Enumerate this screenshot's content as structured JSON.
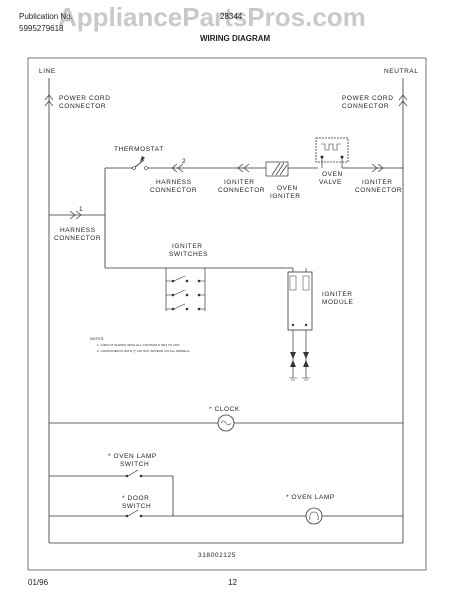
{
  "header": {
    "publication_label": "Publication No.",
    "publication_number": "5995279618",
    "model": "28344",
    "subtitle": "WIRING DIAGRAM",
    "watermark": "AppliancePartsPros.com"
  },
  "diagram": {
    "line": "LINE",
    "neutral": "NEUTRAL",
    "power_cord_left_1": "POWER CORD",
    "power_cord_left_2": "CONNECTOR",
    "power_cord_right_1": "POWER CORD",
    "power_cord_right_2": "CONNECTOR",
    "thermostat": "THERMOSTAT",
    "num_2": "2",
    "num_1": "1",
    "harness_1": "HARNESS",
    "harness_2": "CONNECTOR",
    "igniter_conn_1": "IGNITER",
    "igniter_conn_2": "CONNECTOR",
    "oven_igniter_1": "OVEN",
    "oven_igniter_2": "IGNITER",
    "oven_valve_1": "OVEN",
    "oven_valve_2": "VALVE",
    "igniter_conn_r_1": "IGNITER",
    "igniter_conn_r_2": "CONNECTOR",
    "harness_l_1": "HARNESS",
    "harness_l_2": "CONNECTOR",
    "igniter_switches_1": "IGNITER",
    "igniter_switches_2": "SWITCHES",
    "igniter_module_1": "IGNITER",
    "igniter_module_2": "MODULE",
    "notes_title": "NOTES:",
    "note_1": "1.  CIRCUIT SHOWN WITH ALL CONTROLS SET TO OFF.",
    "note_2": "2.  COMPONENTS WITH (*) DO NOT APPEAR ON ALL MODELS.",
    "clock": "* CLOCK",
    "oven_lamp_switch_1": "* OVEN LAMP",
    "oven_lamp_switch_2": "SWITCH",
    "door_switch_1": "* DOOR",
    "door_switch_2": "SWITCH",
    "oven_lamp": "* OVEN LAMP",
    "part_number": "318002125"
  },
  "footer": {
    "date": "01/96",
    "page": "12"
  }
}
